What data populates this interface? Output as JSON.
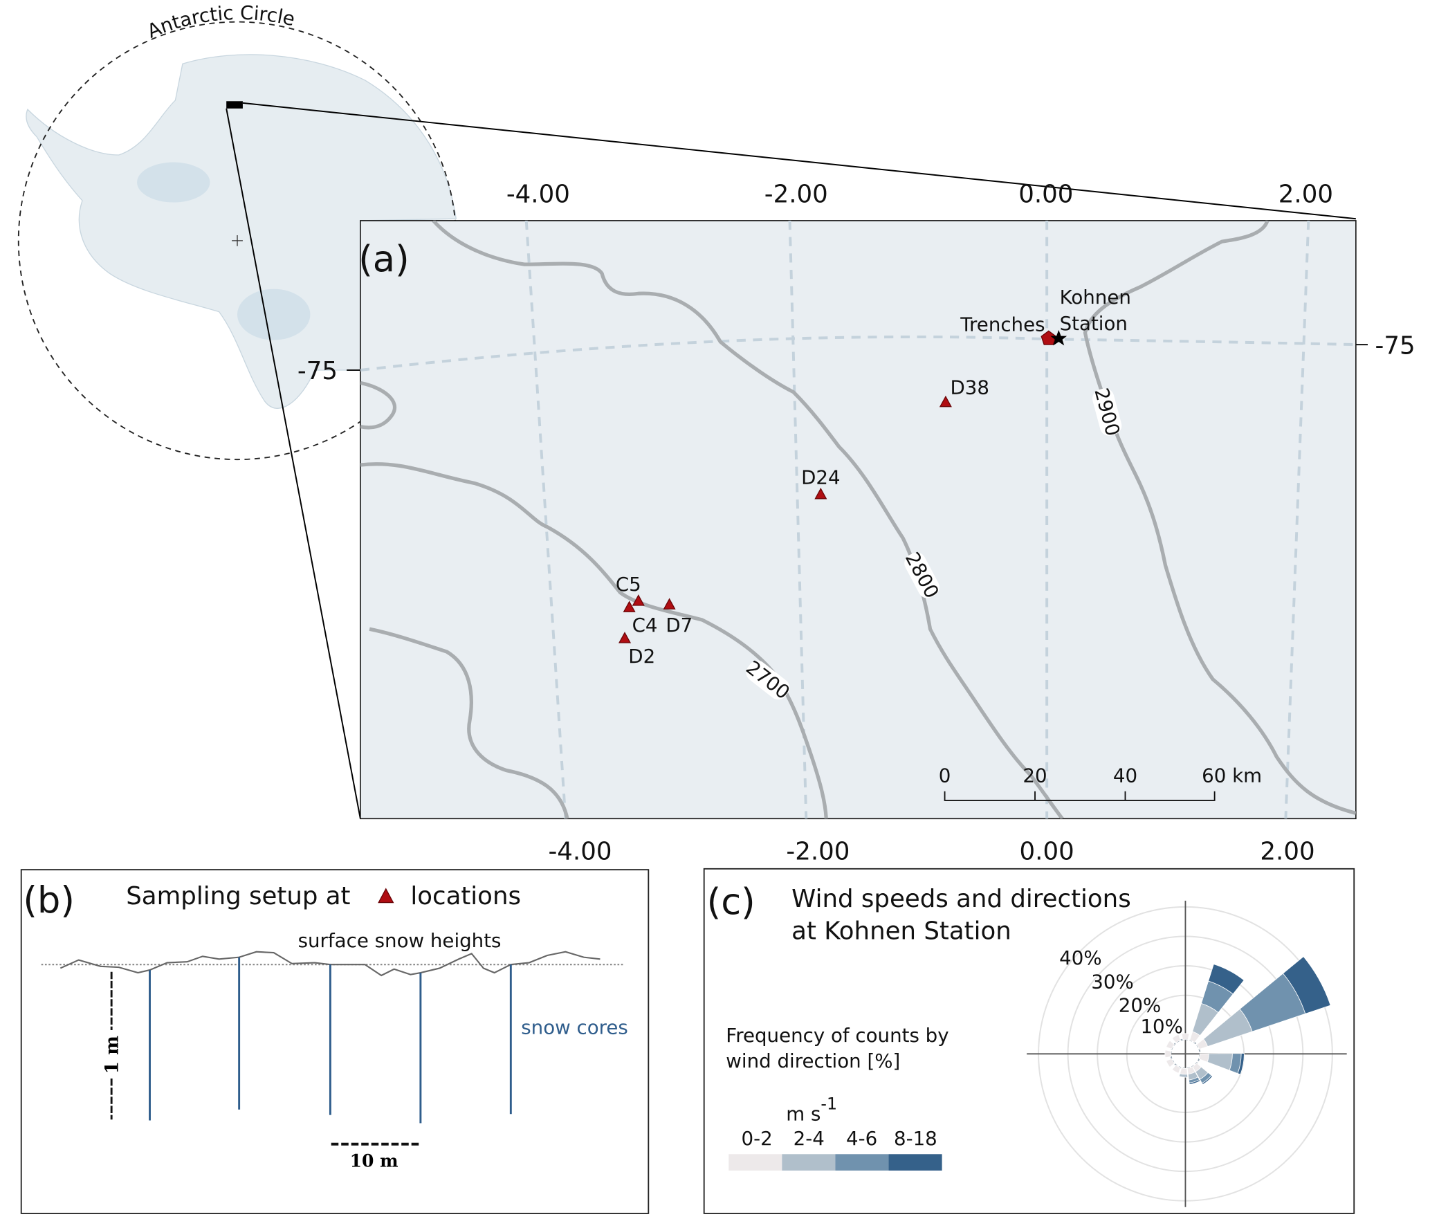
{
  "inset": {
    "circle_label": "Antarctic Circle"
  },
  "panel_a": {
    "label": "(a)",
    "top_ticks": [
      "-4.00",
      "-2.00",
      "0.00",
      "2.00"
    ],
    "bottom_ticks": [
      "-4.00",
      "-2.00",
      "0.00",
      "2.00"
    ],
    "left_tick": "-75",
    "right_tick": "-75",
    "contours": [
      "2700",
      "2800",
      "2900"
    ],
    "sites": [
      {
        "name": "D38"
      },
      {
        "name": "D24"
      },
      {
        "name": "C5"
      },
      {
        "name": "C4"
      },
      {
        "name": "D7"
      },
      {
        "name": "D2"
      }
    ],
    "trenches_label": "Trenches",
    "station_label_1": "Kohnen",
    "station_label_2": "Station",
    "scale": {
      "ticks": [
        "0",
        "20",
        "40",
        "60 km"
      ]
    },
    "colors": {
      "site": "#b00d12",
      "contour": "#a9adb0",
      "background": "#e9eef2"
    }
  },
  "panel_b": {
    "label": "(b)",
    "title_part1": "Sampling setup at",
    "title_part2": "locations",
    "surface_label": "surface snow heights",
    "cores_label": "snow cores",
    "depth_scale": "1 m",
    "distance_scale": "10 m",
    "core_color": "#2f5d8c"
  },
  "panel_c": {
    "label": "(c)",
    "title_line1": "Wind speeds and directions",
    "title_line2": "at Kohnen Station",
    "freq_line1": "Frequency of counts by",
    "freq_line2": "wind direction [%]",
    "unit": "m s",
    "unit_exp": "-1",
    "ring_labels": [
      "10%",
      "20%",
      "30%",
      "40%"
    ]
  },
  "chart_data": {
    "type": "wind-rose",
    "title": "Wind speeds and directions at Kohnen Station",
    "radial_label": "Frequency of counts by wind direction [%]",
    "radial_ticks": [
      10,
      20,
      30,
      40
    ],
    "speed_classes": [
      {
        "label": "0-2",
        "color": "#ede9ea"
      },
      {
        "label": "2-4",
        "color": "#b0bfcb"
      },
      {
        "label": "4-6",
        "color": "#7092ae"
      },
      {
        "label": "8-18",
        "color": "#35618a"
      }
    ],
    "sector_width_deg": 22.5,
    "sectors": [
      {
        "direction_deg": 0,
        "values": [
          2,
          0,
          0,
          0
        ]
      },
      {
        "direction_deg": 28,
        "values": [
          3,
          10,
          8,
          6
        ]
      },
      {
        "direction_deg": 61,
        "values": [
          3,
          16,
          19,
          9
        ]
      },
      {
        "direction_deg": 100,
        "values": [
          3,
          8,
          3,
          1
        ]
      },
      {
        "direction_deg": 140,
        "values": [
          2,
          3,
          1.5,
          0.5
        ]
      },
      {
        "direction_deg": 162,
        "values": [
          2,
          2,
          1,
          0.5
        ]
      },
      {
        "direction_deg": 185,
        "values": [
          2,
          1,
          0,
          0
        ]
      },
      {
        "direction_deg": 210,
        "values": [
          2,
          0,
          0,
          0
        ]
      },
      {
        "direction_deg": 240,
        "values": [
          2,
          0,
          0,
          0
        ]
      },
      {
        "direction_deg": 270,
        "values": [
          2,
          0,
          0,
          0
        ]
      },
      {
        "direction_deg": 300,
        "values": [
          2,
          0,
          0,
          0
        ]
      },
      {
        "direction_deg": 330,
        "values": [
          2,
          0,
          0,
          0
        ]
      }
    ]
  }
}
